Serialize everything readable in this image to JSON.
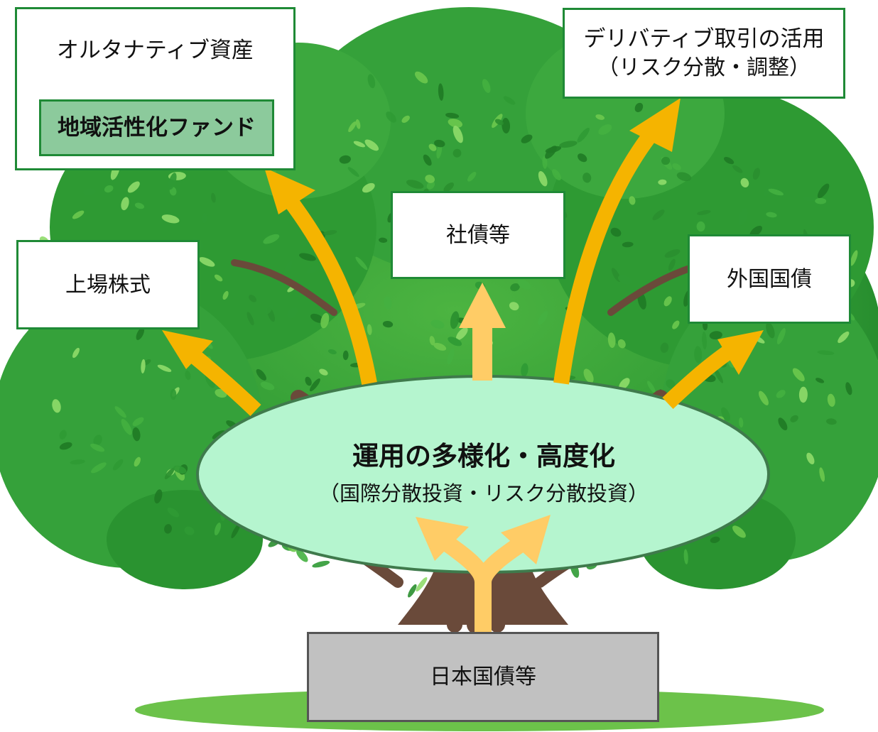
{
  "colors": {
    "foliage_dark": "#1f7a25",
    "foliage_mid": "#3aa83a",
    "foliage_light": "#7fd05a",
    "trunk": "#6a4a3a",
    "ground": "#6cc24a",
    "ellipse_fill": "#b5f5cf",
    "arrow_strong": "#f5b400",
    "arrow_light": "#ffcc66",
    "box_border": "#1f8a36",
    "highlight_fill": "#8cca9c",
    "base_fill": "#c1c1c1"
  },
  "nodes": {
    "alternative": {
      "label": "オルタナティブ資産",
      "sub": "地域活性化ファンド"
    },
    "listed_equity": {
      "label": "上場株式"
    },
    "corporate_bonds": {
      "label": "社債等"
    },
    "derivatives": {
      "label": "デリバティブ取引の活用",
      "sub": "（リスク分散・調整）"
    },
    "foreign_bonds": {
      "label": "外国国債"
    },
    "japanese_bonds": {
      "label": "日本国債等"
    }
  },
  "center": {
    "title": "運用の多様化・高度化",
    "subtitle": "（国際分散投資・リスク分散投資）"
  }
}
